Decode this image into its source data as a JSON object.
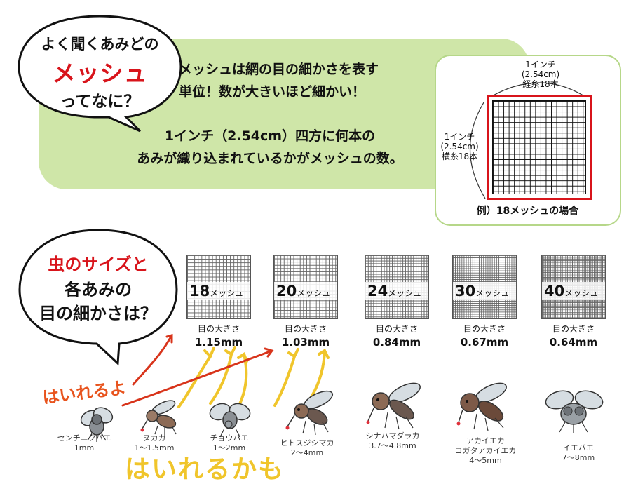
{
  "header": {
    "bubble": {
      "line1": "よく聞くあみどの",
      "line2": "メッシュ",
      "line3": "ってなに？"
    },
    "intro_line1": "メッシュは網の目の細かさを表す",
    "intro_line2": "単位！数が大きいほど細かい！",
    "desc_line1": "1インチ（2.54cm）四方に何本の",
    "desc_line2": "あみが織り込まれているかがメッシュの数。"
  },
  "example": {
    "top_label": [
      "1インチ",
      "(2.54cm)",
      "経糸18本"
    ],
    "left_label": [
      "1インチ",
      "(2.54cm)",
      "横糸18本"
    ],
    "caption": "例）18メッシュの場合"
  },
  "middle": {
    "bubble": {
      "line1": "虫のサイズと",
      "line2": "各あみの",
      "line3": "目の細かさは？"
    }
  },
  "meshes": [
    {
      "number": "18",
      "unit": "メッシュ",
      "caption": "目の大きさ",
      "size": "1.15mm"
    },
    {
      "number": "20",
      "unit": "メッシュ",
      "caption": "目の大きさ",
      "size": "1.03mm"
    },
    {
      "number": "24",
      "unit": "メッシュ",
      "caption": "目の大きさ",
      "size": "0.84mm"
    },
    {
      "number": "30",
      "unit": "メッシュ",
      "caption": "目の大きさ",
      "size": "0.67mm"
    },
    {
      "number": "40",
      "unit": "メッシュ",
      "caption": "目の大きさ",
      "size": "0.64mm"
    }
  ],
  "insects": [
    {
      "name": "センチニクバエ",
      "size": "1mm"
    },
    {
      "name": "ヌカカ",
      "size": "1〜1.5mm"
    },
    {
      "name": "チョウバエ",
      "size": "1〜2mm"
    },
    {
      "name": "ヒトスジシマカ",
      "size": "2〜4mm"
    },
    {
      "name": "シナハマダラカ",
      "size": "3.7〜4.8mm"
    },
    {
      "name": "アカイエカ",
      "name2": "コガタアカイエカ",
      "size": "4〜5mm"
    },
    {
      "name": "イエバエ",
      "size": "7〜8mm"
    }
  ],
  "annotations": {
    "red_text": "はいれるよ",
    "yellow_text": "はいれるかも"
  },
  "colors": {
    "band": "#cfe6a8",
    "accent_red": "#d8141b",
    "hand_red": "#e8541e",
    "hand_yellow": "#f0c52b"
  }
}
